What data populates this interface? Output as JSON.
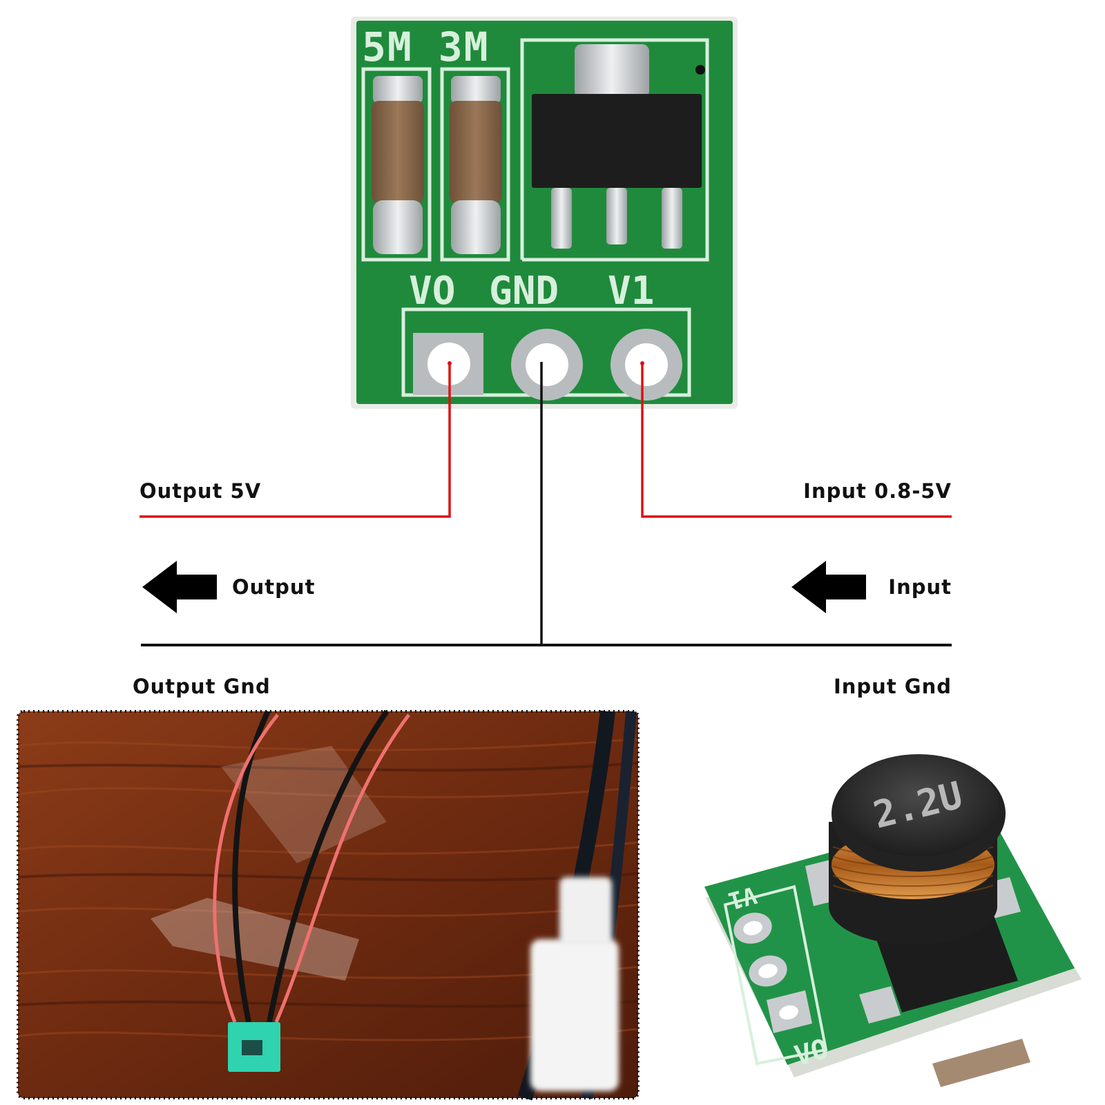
{
  "colors": {
    "pcb_green": "#1f8a3c",
    "pcb_edge": "#e9ece6",
    "silkscreen": "#d7f0dc",
    "signal_wire": "#e01010",
    "ground_wire": "#111111",
    "arrow": "#000000",
    "capacitor": "#8a6a4e",
    "pad_metal": "#c9cccf",
    "ic_body": "#1d1d1d",
    "wood": "#7a3215",
    "inductor": "#2a2a2a",
    "copper_coil": "#c7792a"
  },
  "board": {
    "silk_caps": "5M 3M",
    "pin_vo": "VO",
    "pin_gnd": "GND",
    "pin_v1": "V1"
  },
  "labels": {
    "output_5v": "Output 5V",
    "input_range": "Input 0.8-5V",
    "output": "Output",
    "input": "Input",
    "output_gnd": "Output Gnd",
    "input_gnd": "Input Gnd"
  },
  "module_photo": {
    "inductor_marking": "2.2U",
    "pin_v1": "V1",
    "pin_vo": "VO"
  },
  "icons": {
    "output_arrow": "arrow-left-icon",
    "input_arrow": "arrow-left-icon"
  }
}
